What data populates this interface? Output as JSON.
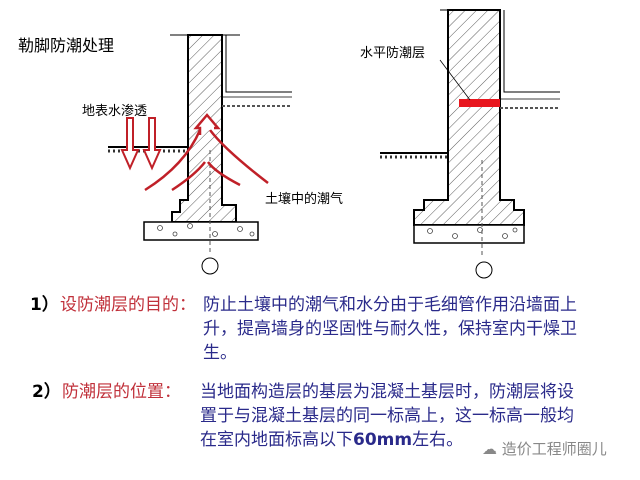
{
  "title": "勒脚防潮处理",
  "left_diagram": {
    "label_water": "地表水渗透",
    "label_moisture": "土壤中的潮气"
  },
  "right_diagram": {
    "label_dpc": "水平防潮层"
  },
  "colors": {
    "red": "#d0202a",
    "blue": "#2a2a8a",
    "label_red": "#c0303a",
    "dpc": "#e8161e"
  },
  "points": [
    {
      "num": "1）",
      "heading": "设防潮层的目的：",
      "lines": [
        "防止土壤中的潮气和水分由于毛细管作用沿墙面上",
        "升，提高墙身的坚固性与耐久性，保持室内干燥卫",
        "生。"
      ]
    },
    {
      "num": "2）",
      "heading": "防潮层的位置：",
      "lines": [
        "当地面构造层的基层为混凝土基层时，防潮层将设",
        "置于与混凝土基层的同一标高上，这一标高一般均",
        "在室内地面标高以下",
        "60mm",
        "左右。"
      ]
    }
  ],
  "watermark": "造价工程师圈儿"
}
